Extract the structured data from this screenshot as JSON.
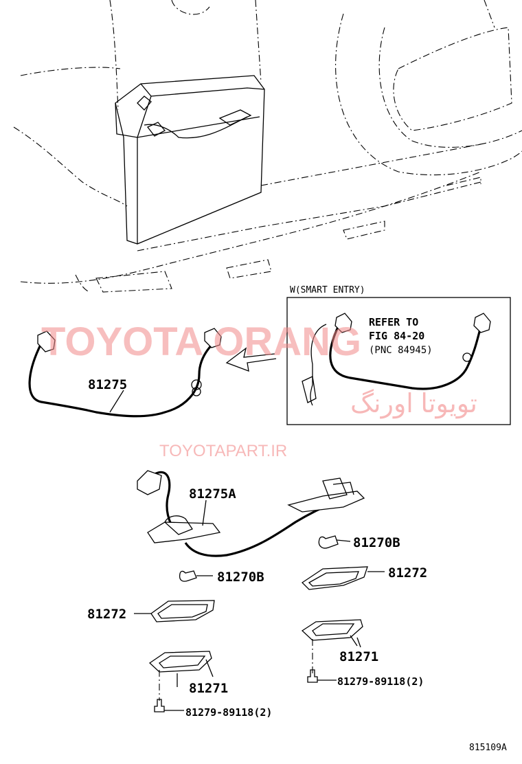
{
  "diagram": {
    "parts": {
      "wire_left": "81275",
      "wire_assy": "81275A",
      "bulb_right": "81270B",
      "bulb_left": "81270B",
      "gasket_right": "81272",
      "gasket_left": "81272",
      "lens_right": "81271",
      "lens_left": "81271",
      "screw_right": "81279-89118(2)",
      "screw_left": "81279-89118(2)"
    },
    "inset": {
      "title": "W(SMART ENTRY)",
      "refer_line1": "REFER TO",
      "refer_line2": "FIG 84-20",
      "refer_line3": "(PNC 84945)"
    },
    "watermarks": {
      "main": "TOYOTA ORANG",
      "persian": "تویوتا اورنگ",
      "site": "TOYOTAPART.IR"
    },
    "figure_code": "815109A"
  }
}
